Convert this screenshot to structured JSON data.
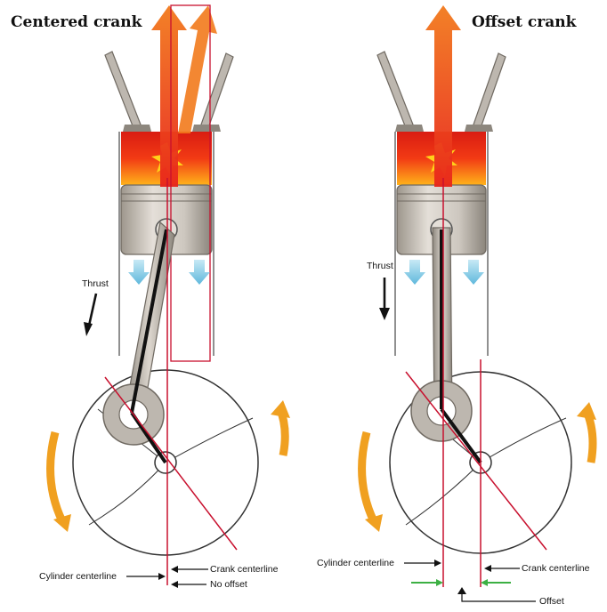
{
  "panels": {
    "left": {
      "title": "Centered crank",
      "thrust_label": "Thrust",
      "cylinder_centerline_label": "Cylinder centerline",
      "crank_centerline_label": "Crank centerline",
      "offset_label": "No offset"
    },
    "right": {
      "title": "Offset crank",
      "thrust_label": "Thrust",
      "cylinder_centerline_label": "Cylinder centerline",
      "crank_centerline_label": "Crank centerline",
      "offset_label": "Offset"
    }
  },
  "colors": {
    "combustion_red": "#e8251b",
    "combustion_yellow": "#ffd21a",
    "force_arrow_orange": "#f06a1a",
    "rotation_arrow_orange": "#f0a020",
    "down_arrow_blue": "#7ec8e3",
    "centerline_red": "#c8102e",
    "offset_green": "#3cb043",
    "metal_gray": "#c9c4bc",
    "metal_dark": "#7a746c"
  }
}
